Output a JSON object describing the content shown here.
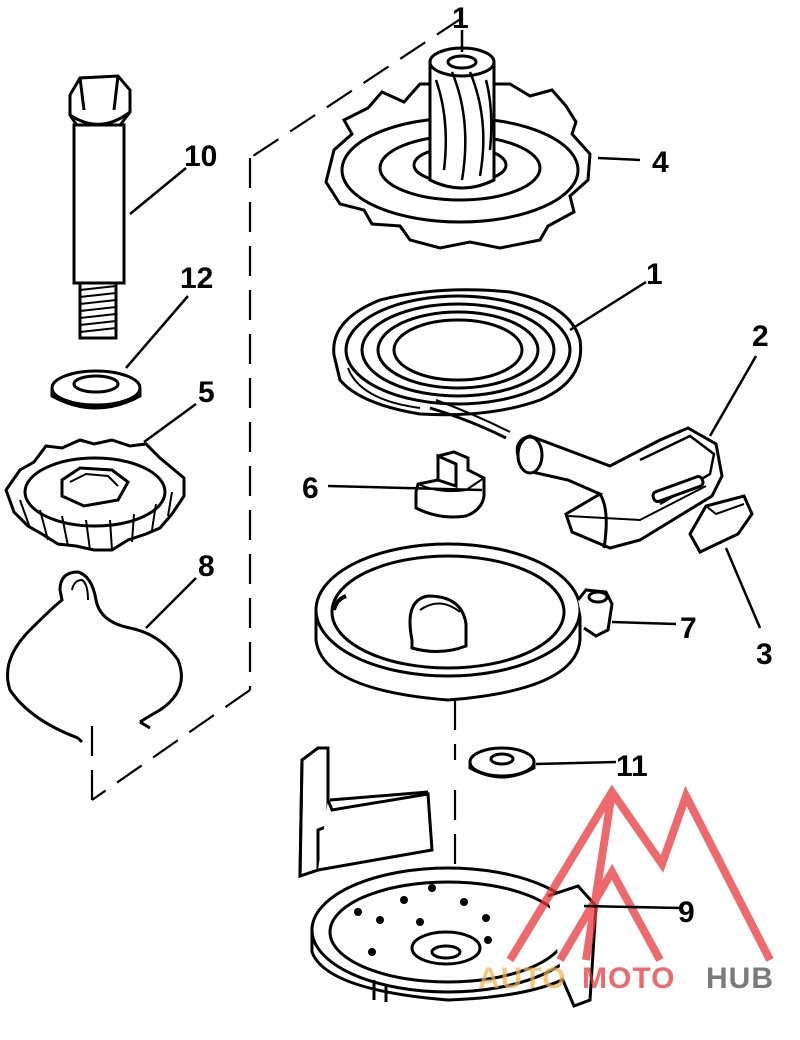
{
  "callouts": [
    "1",
    "1",
    "2",
    "3",
    "4",
    "5",
    "6",
    "7",
    "8",
    "9",
    "10",
    "11",
    "12"
  ],
  "watermark": {
    "part1": "AUTO",
    "part2": "MOTO",
    "part3": "HUB",
    "color_red": "#e8383a",
    "color_orange": "#f2b24a",
    "color_gray": "#6d6d6d"
  },
  "colors": {
    "ink": "#000000",
    "paper": "#ffffff",
    "fill": "#f2f2f2"
  }
}
